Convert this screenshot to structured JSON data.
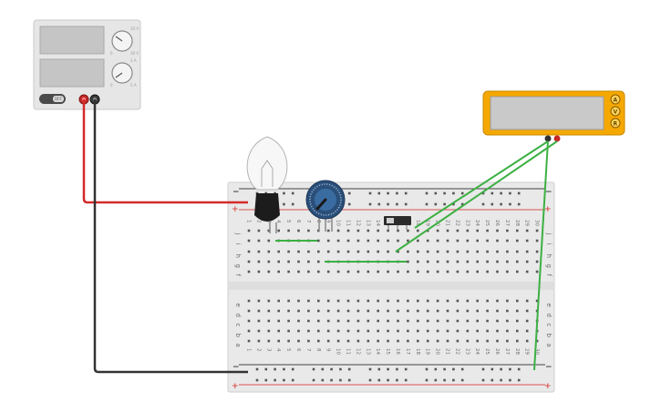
{
  "power_supply": {
    "knob_voltage_min": "0",
    "knob_voltage_max": "30 V",
    "knob_voltage_top": "10 V",
    "knob_current_min": "0",
    "knob_current_max": "5 A",
    "knob_current_top": "3 A",
    "power_button_label": "OFF"
  },
  "multimeter": {
    "modes": [
      "A",
      "V",
      "R"
    ],
    "body_color": "#f5a800"
  },
  "breadboard": {
    "row_labels_top": [
      "j",
      "i",
      "h",
      "g",
      "f"
    ],
    "row_labels_bottom": [
      "e",
      "d",
      "c",
      "b",
      "a"
    ],
    "column_numbers": [
      "1",
      "2",
      "3",
      "4",
      "5",
      "6",
      "7",
      "8",
      "9",
      "10",
      "11",
      "12",
      "13",
      "14",
      "15",
      "16",
      "17",
      "18",
      "19",
      "20",
      "21",
      "22",
      "23",
      "24",
      "25",
      "26",
      "27",
      "28",
      "29",
      "30"
    ],
    "rail_minus": "−",
    "rail_plus": "+"
  },
  "colors": {
    "wire_red": "#d42a2a",
    "wire_black": "#333333",
    "wire_green": "#3cb043",
    "rail_red": "#d9534f",
    "rail_black": "#444444"
  }
}
